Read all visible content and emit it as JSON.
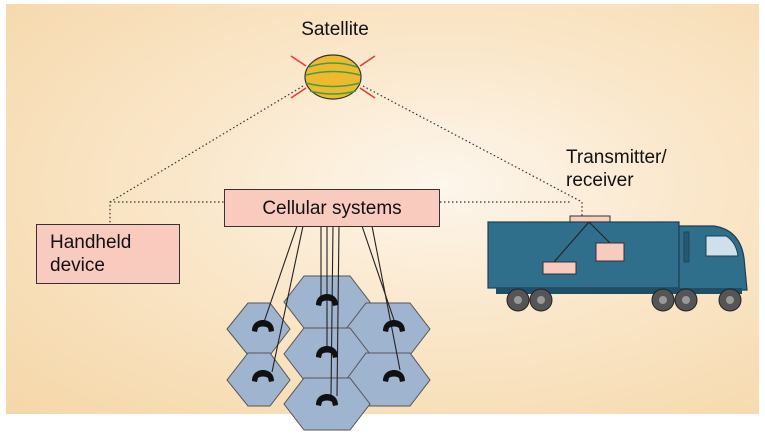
{
  "labels": {
    "satellite": "Satellite",
    "transmitter_line1": "Transmitter/",
    "transmitter_line2": "receiver",
    "handheld_line1": "Handheld",
    "handheld_line2": "device",
    "cellular": "Cellular systems"
  },
  "colors": {
    "background_center": "#fdf6ec",
    "background_edge": "#f5d7a8",
    "box_fill": "#f9cbbf",
    "hex_cell_fill": "#9fb4cf",
    "truck_fill": "#2f6f8c",
    "satellite_fill": "#f0b92d",
    "satellite_bands": "#3aa04a",
    "satellite_rays": "#e23a3a"
  },
  "icons": {
    "satellite": "satellite-icon",
    "truck": "truck-icon",
    "phone": "telephone-handset-icon"
  }
}
